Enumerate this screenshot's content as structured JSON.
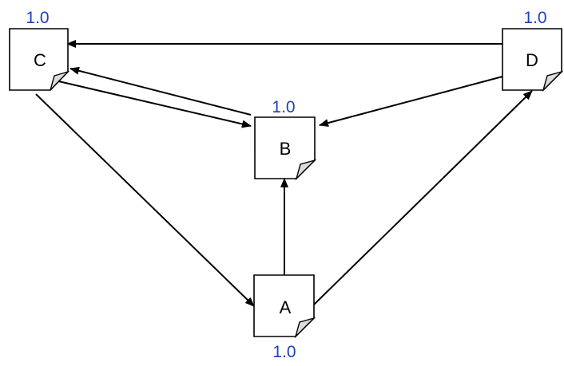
{
  "nodes": [
    {
      "id": "C",
      "letter": "C",
      "score": "1.0"
    },
    {
      "id": "D",
      "letter": "D",
      "score": "1.0"
    },
    {
      "id": "B",
      "letter": "B",
      "score": "1.0"
    },
    {
      "id": "A",
      "letter": "A",
      "score": "1.0"
    }
  ],
  "edges": [
    {
      "from": "D",
      "to": "C"
    },
    {
      "from": "D",
      "to": "B"
    },
    {
      "from": "B",
      "to": "C"
    },
    {
      "from": "C",
      "to": "B"
    },
    {
      "from": "C",
      "to": "A"
    },
    {
      "from": "A",
      "to": "B"
    },
    {
      "from": "A",
      "to": "D"
    }
  ],
  "colors": {
    "score_text": "#1f3fbf",
    "page_fill": "#ffffff",
    "fold_fill": "#dcdcdc",
    "stroke": "#000000"
  }
}
